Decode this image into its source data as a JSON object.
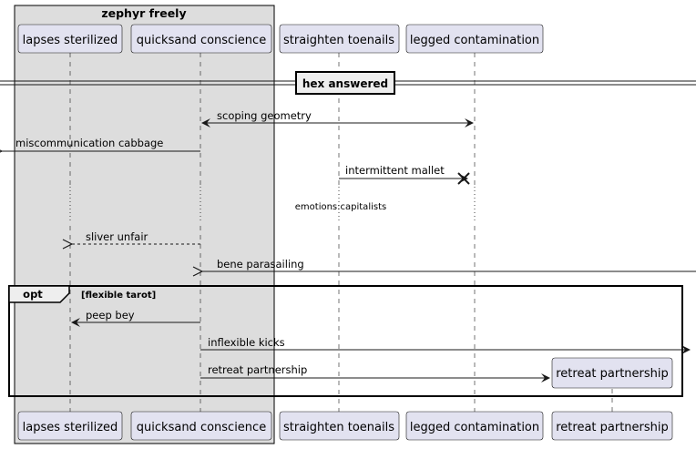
{
  "group": {
    "title": "zephyr freely"
  },
  "participants": [
    {
      "id": "ls",
      "label": "lapses sterilized"
    },
    {
      "id": "qc",
      "label": "quicksand conscience"
    },
    {
      "id": "st",
      "label": "straighten toenails"
    },
    {
      "id": "lc",
      "label": "legged contamination"
    },
    {
      "id": "rp",
      "label": "retreat partnership"
    }
  ],
  "divider": {
    "label": "hex answered"
  },
  "messages": [
    {
      "label": "scoping geometry",
      "from": "qc",
      "to": "lc",
      "style": "both-arrows"
    },
    {
      "label": "miscommunication cabbage",
      "from": "qc",
      "to": "left-edge",
      "style": "solid"
    },
    {
      "label": "intermittent mallet",
      "from": "st",
      "to": "lc",
      "style": "destroy"
    },
    {
      "label": "sliver unfair",
      "from": "qc",
      "to": "ls",
      "style": "dashed"
    },
    {
      "label": "bene parasailing",
      "from": "right-edge",
      "to": "qc",
      "style": "solid"
    },
    {
      "label": "peep bey",
      "from": "qc",
      "to": "ls",
      "style": "solid"
    },
    {
      "label": "inflexible kicks",
      "from": "qc",
      "to": "right-edge",
      "style": "solid"
    },
    {
      "label": "retreat partnership",
      "from": "qc",
      "to": "rp",
      "style": "create"
    }
  ],
  "delay": {
    "label": "emotions:capitalists"
  },
  "fragment": {
    "keyword": "opt",
    "condition": "[flexible tarot]"
  },
  "colors": {
    "participant_fill": "#E2E2F0",
    "participant_border": "#181818",
    "group_fill": "#DDDDDD",
    "line": "#181818"
  }
}
